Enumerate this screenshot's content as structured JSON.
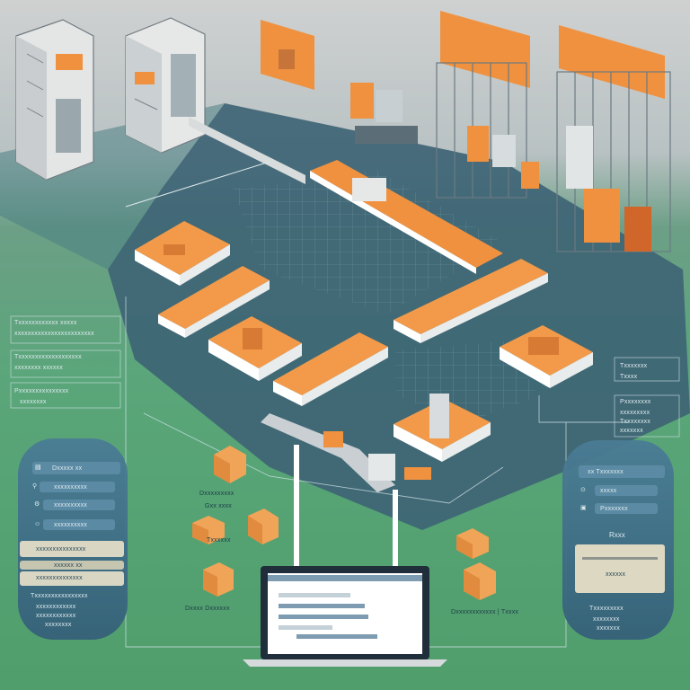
{
  "scene": {
    "colors": {
      "top_background": "#c9cccd",
      "bottom_background": "#5aa571",
      "floor": "#3f6676",
      "accent": "#f0913f",
      "accent_light": "#f6b07a",
      "panel": "#3d6b86",
      "laptop_screen": "#ffffff"
    }
  },
  "left_annotations": {
    "line_1": "Txxxxxxxxxxxx xxxxx",
    "line_2": "xxxxxxxxxxxxxxxxxxxxxxxx",
    "line_3": "Txxxxxxxxxxxxxxxxxxx",
    "line_4": "xxxxxxxx xxxxxx",
    "line_5": "Pxxxxxxxxxxxxxxx",
    "line_6": "xxxxxxxx"
  },
  "right_annotations": {
    "line_1": "Txxxxxxx",
    "line_2": "Txxxx",
    "line_3": "Pxxxxxxxx",
    "line_4": "xxxxxxxxx",
    "line_5": "Txxxxxxxx",
    "line_6": "xxxxxxx"
  },
  "left_panel": {
    "row_1": "Dxxxxx xx",
    "row_2": "xxxxxxxxxx",
    "row_3": "xxxxxxxxxx",
    "row_4": "xxxxxxxxxx",
    "box_1": "xxxxxxxxxxxxxxx",
    "box_2": "xxxxxx xx",
    "box_3": "xxxxxxxxxxxxxx",
    "footer_1": "Txxxxxxxxxxxxxxxx",
    "footer_2": "xxxxxxxxxxxx",
    "footer_3": "xxxxxxxxxxxx",
    "footer_4": "xxxxxxxx"
  },
  "right_panel": {
    "row_1": "xx Txxxxxxx",
    "row_2": "xxxxx",
    "row_3": "Pxxxxxxx",
    "card_title": "Rxxx",
    "card_body": "xxxxxx",
    "footer_1": "Txxxxxxxxx",
    "footer_2": "xxxxxxxx",
    "footer_3": "xxxxxxx"
  },
  "crate_labels": {
    "label_1": "Dxxxxxxxxx",
    "label_2": "Gxx xxxx",
    "label_3": "Txxxxxx",
    "label_4": "Dxxxx Dxxxxxx",
    "label_5": "Dxxxxxxxxxxxx | Txxxx"
  }
}
